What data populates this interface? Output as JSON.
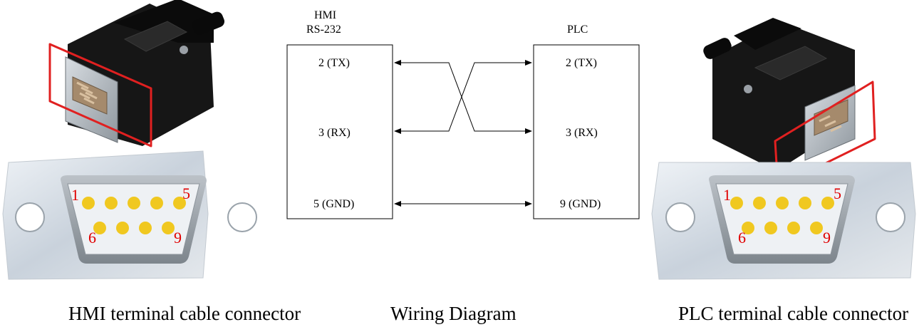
{
  "left_box": {
    "header_line1": "HMI",
    "header_line2": "RS-232",
    "pins": [
      "2 (TX)",
      "3 (RX)",
      "5 (GND)"
    ]
  },
  "right_box": {
    "header": "PLC",
    "pins": [
      "2 (TX)",
      "3 (RX)",
      "9 (GND)"
    ]
  },
  "left_port": {
    "pin_first_top": "1",
    "pin_last_top": "5",
    "pin_first_bottom": "6",
    "pin_last_bottom": "9"
  },
  "right_port": {
    "pin_first_top": "1",
    "pin_last_top": "5",
    "pin_first_bottom": "6",
    "pin_last_bottom": "9"
  },
  "captions": {
    "left": "HMI terminal cable connector",
    "center": "Wiring Diagram",
    "right": "PLC terminal cable connector"
  },
  "colors": {
    "pin": "#f0c820",
    "pin_label": "#e00000",
    "highlight": "#e02020",
    "connector_body": "#1a1a1a"
  }
}
